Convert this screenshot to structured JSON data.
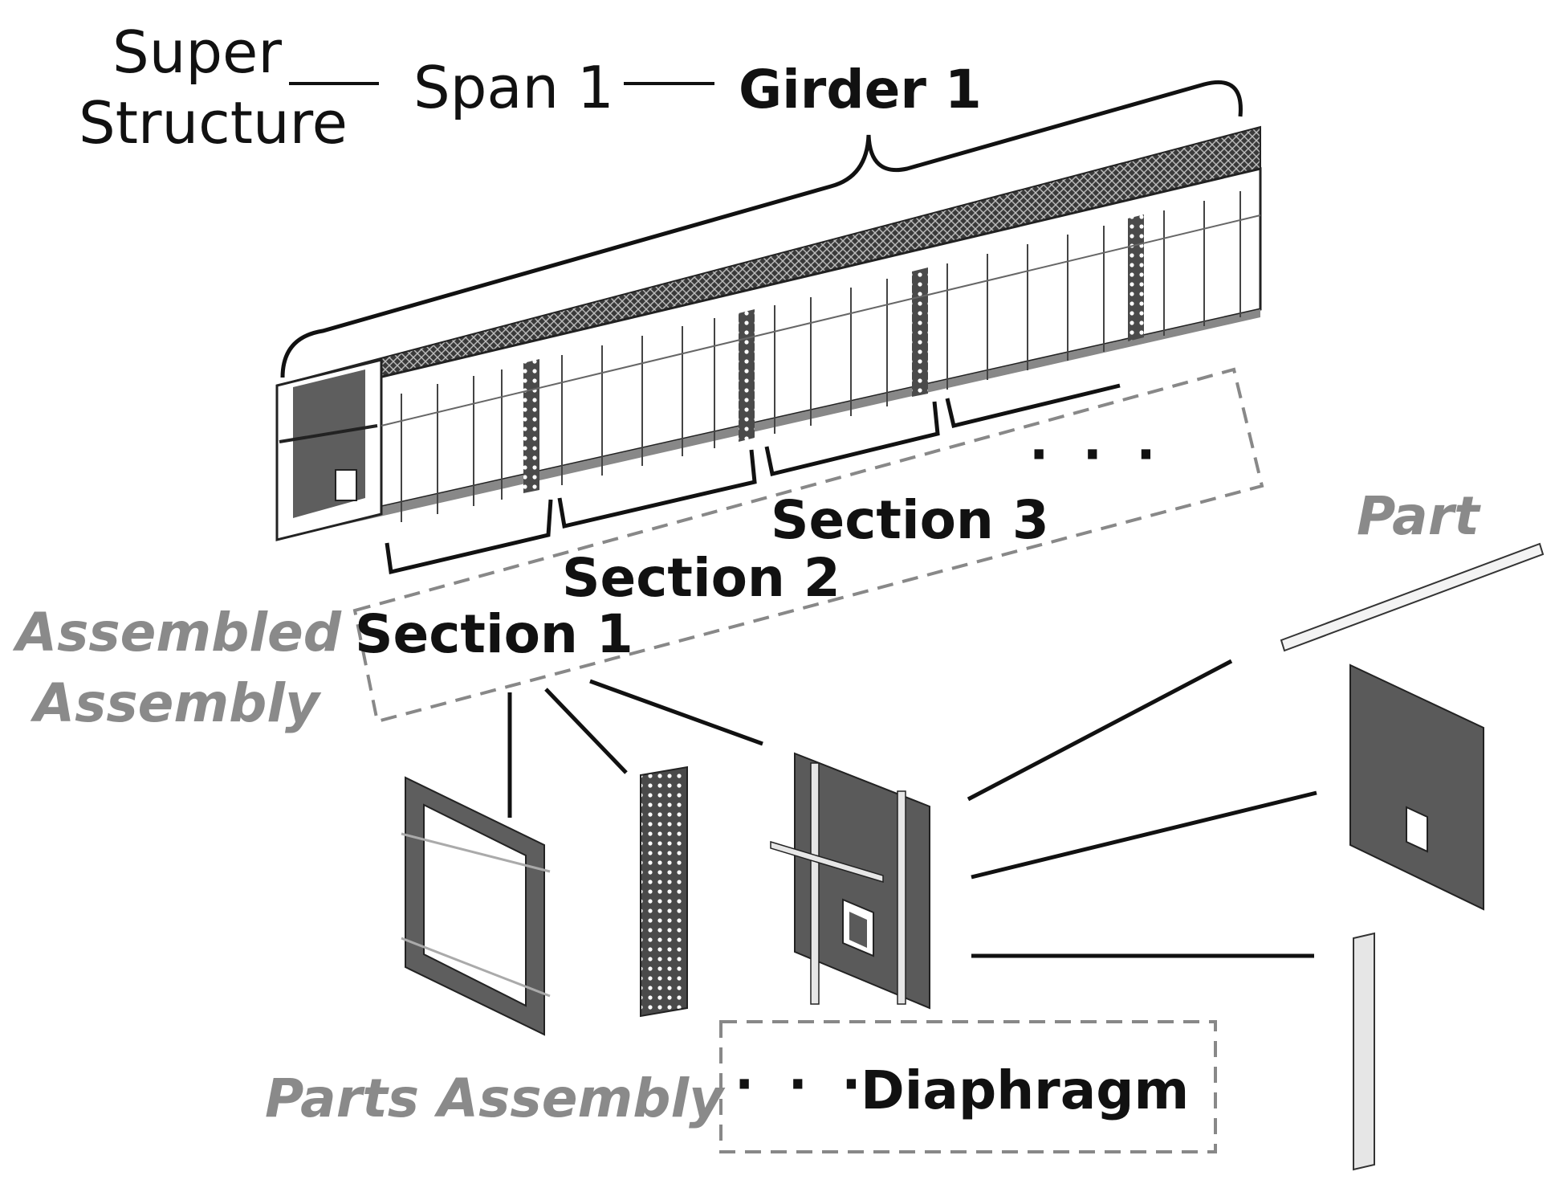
{
  "hierarchy": {
    "super_structure_line1": "Super",
    "super_structure_line2": "Structure",
    "span": "Span 1",
    "girder": "Girder 1"
  },
  "sections": {
    "section1": "Section 1",
    "section2": "Section 2",
    "section3": "Section 3",
    "more": "· · ·"
  },
  "categories": {
    "assembled_line1": "Assembled",
    "assembled_line2": "Assembly",
    "parts_assembly": "Parts Assembly",
    "part": "Part"
  },
  "diaphragm_box": {
    "dots": "· · ·",
    "label": "Diaphragm"
  },
  "colors": {
    "ink": "#111111",
    "gray_label": "#8a8a8a",
    "plate_dark": "#5a5a5a",
    "plate_light": "#e6e6e6"
  }
}
